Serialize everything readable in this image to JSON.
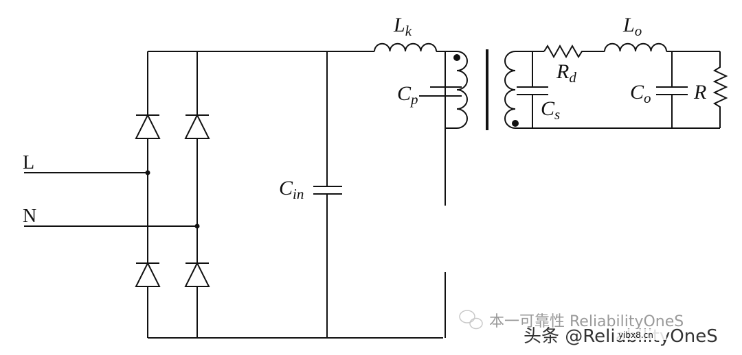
{
  "labels": {
    "Lk": {
      "main": "L",
      "sub": "k"
    },
    "Lo": {
      "main": "L",
      "sub": "o"
    },
    "Cp": {
      "main": "C",
      "sub": "p"
    },
    "Rd": {
      "main": "R",
      "sub": "d"
    },
    "Cs": {
      "main": "C",
      "sub": "s"
    },
    "Co": {
      "main": "C",
      "sub": "o"
    },
    "R": {
      "main": "R"
    },
    "Cin": {
      "main": "C",
      "sub": "in"
    },
    "L_terminal": "L",
    "N_terminal": "N"
  },
  "watermark": {
    "line1": "本一可靠性 ReliabilityOneS",
    "line2": "头条 @ReliabilityOneS",
    "badge": "yibx8.cn"
  }
}
